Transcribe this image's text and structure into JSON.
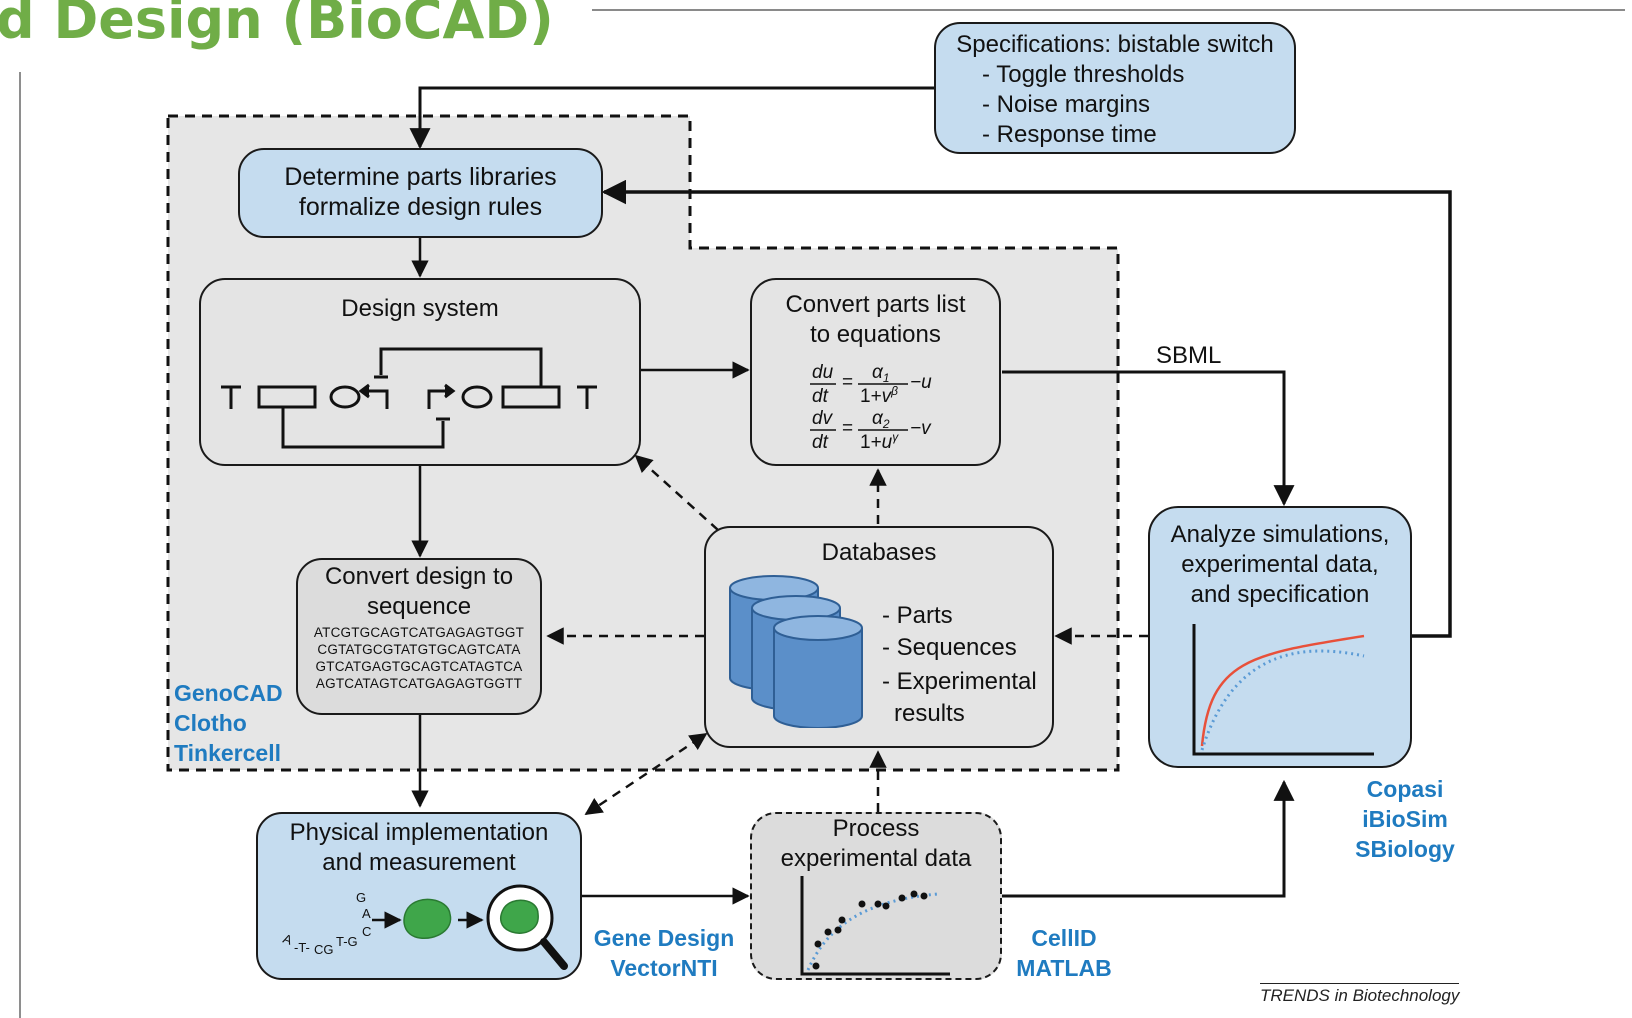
{
  "title": "d Design (BioCAD)",
  "colors": {
    "title_green": "#70ad47",
    "box_blue": "#c5dcef",
    "panel_grey": "#e6e6e6",
    "tool_label_blue": "#1f7bc0",
    "curve_red": "#e8503a",
    "curve_dotted_blue": "#5b9bd5",
    "database_blue": "#5b8fc9"
  },
  "nodes": {
    "specs": {
      "title": "Specifications: bistable switch",
      "items": [
        "- Toggle thresholds",
        "- Noise margins",
        "- Response time"
      ]
    },
    "parts_libraries": {
      "line1": "Determine parts libraries",
      "line2": "formalize design rules"
    },
    "design_system": {
      "title": "Design system"
    },
    "equations": {
      "line1": "Convert parts list",
      "line2": "to equations",
      "eq1": {
        "lhs_num": "du",
        "lhs_den": "dt",
        "rhs_num": "α1",
        "rhs_den": "1+vβ",
        "tail": "−u"
      },
      "eq2": {
        "lhs_num": "dv",
        "lhs_den": "dt",
        "rhs_num": "α2",
        "rhs_den": "1+uγ",
        "tail": "−v"
      }
    },
    "convert_sequence": {
      "line1": "Convert design to",
      "line2": "sequence",
      "sequence": [
        "ATCGTGCAGTCATGAGAGTGGT",
        "CGTATGCGTATGTGCAGTCATA",
        "GTCATGAGTGCAGTCATAGTCA",
        "AGTCATAGTCATGAGAGTGGTT"
      ]
    },
    "databases": {
      "title": "Databases",
      "items": [
        "- Parts",
        "- Sequences",
        "- Experimental",
        "results"
      ]
    },
    "analyze": {
      "line1": "Analyze simulations,",
      "line2": "experimental data,",
      "line3": "and specification"
    },
    "physical": {
      "line1": "Physical implementation",
      "line2": "and measurement",
      "dna_letters": "A-T-CG-T-G-C-A-G"
    },
    "process": {
      "line1": "Process",
      "line2": "experimental data"
    }
  },
  "edge_labels": {
    "sbml": "SBML"
  },
  "tool_labels": {
    "design_tools": [
      "GenoCAD",
      "Clotho",
      "Tinkercell"
    ],
    "sim_tools": [
      "Copasi",
      "iBioSim",
      "SBiology"
    ],
    "seq_tools": [
      "Gene Design",
      "VectorNTI"
    ],
    "data_tools": [
      "CellID",
      "MATLAB"
    ]
  },
  "credit": "TRENDS in Biotechnology"
}
